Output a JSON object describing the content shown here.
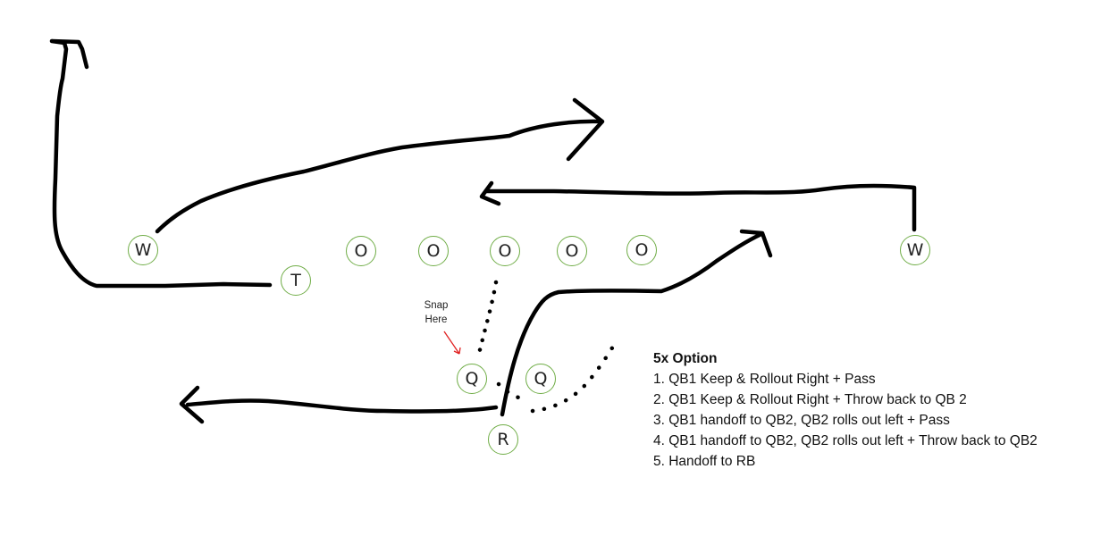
{
  "snap_note": {
    "line1": "Snap",
    "line2": "Here"
  },
  "players": {
    "wr_left": "W",
    "tight_end": "T",
    "ol_1": "O",
    "ol_2": "O",
    "ol_3": "O",
    "ol_4": "O",
    "ol_5": "O",
    "wr_right": "W",
    "qb_1": "Q",
    "qb_2": "Q",
    "rb": "R"
  },
  "options": {
    "title": "5x Option",
    "items": [
      "1. QB1 Keep & Rollout Right + Pass",
      "2. QB1 Keep & Rollout Right + Throw back to QB 2",
      "3. QB1 handoff to QB2, QB2 rolls out left + Pass",
      "4. QB1 handoff to QB2, QB2 rolls out left + Throw back to QB2",
      "5. Handoff to RB"
    ]
  },
  "colors": {
    "route": "#000000",
    "player_border": "#70ad47",
    "snap_arrow": "#e02020"
  }
}
